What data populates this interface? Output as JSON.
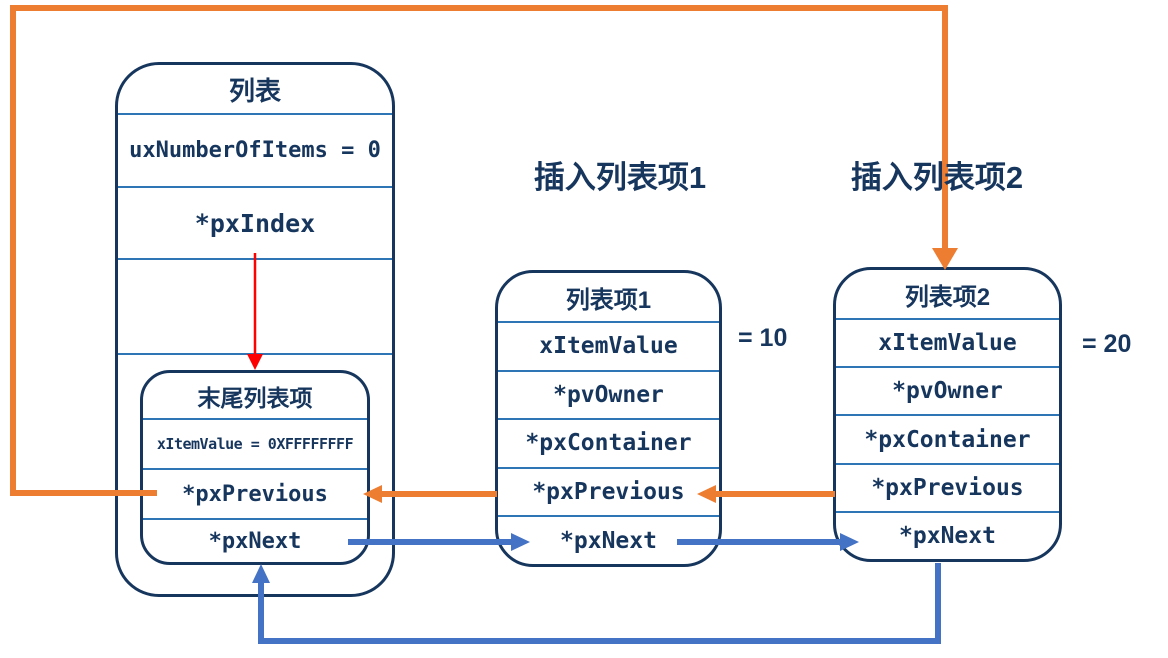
{
  "colors": {
    "navy": "#17365d",
    "divider": "#2e75b6",
    "orange": "#ed7d31",
    "blue": "#4472c4",
    "red": "#ff0000"
  },
  "list_box": {
    "title": "列表",
    "rows": [
      "uxNumberOfItems = 0",
      "*pxIndex"
    ]
  },
  "end_item_box": {
    "title": "末尾列表项",
    "rows": [
      "xItemValue  = 0XFFFFFFFF",
      "*pxPrevious",
      "*pxNext"
    ]
  },
  "item1_box": {
    "title": "列表项1",
    "rows": [
      "xItemValue",
      "*pvOwner",
      "*pxContainer",
      "*pxPrevious",
      "*pxNext"
    ],
    "value_note": "= 10"
  },
  "item2_box": {
    "title": "列表项2",
    "rows": [
      "xItemValue",
      "*pvOwner",
      "*pxContainer",
      "*pxPrevious",
      "*pxNext"
    ],
    "value_note": "= 20"
  },
  "annotations": {
    "insert_item1": "插入列表项1",
    "insert_item2": "插入列表项2"
  }
}
